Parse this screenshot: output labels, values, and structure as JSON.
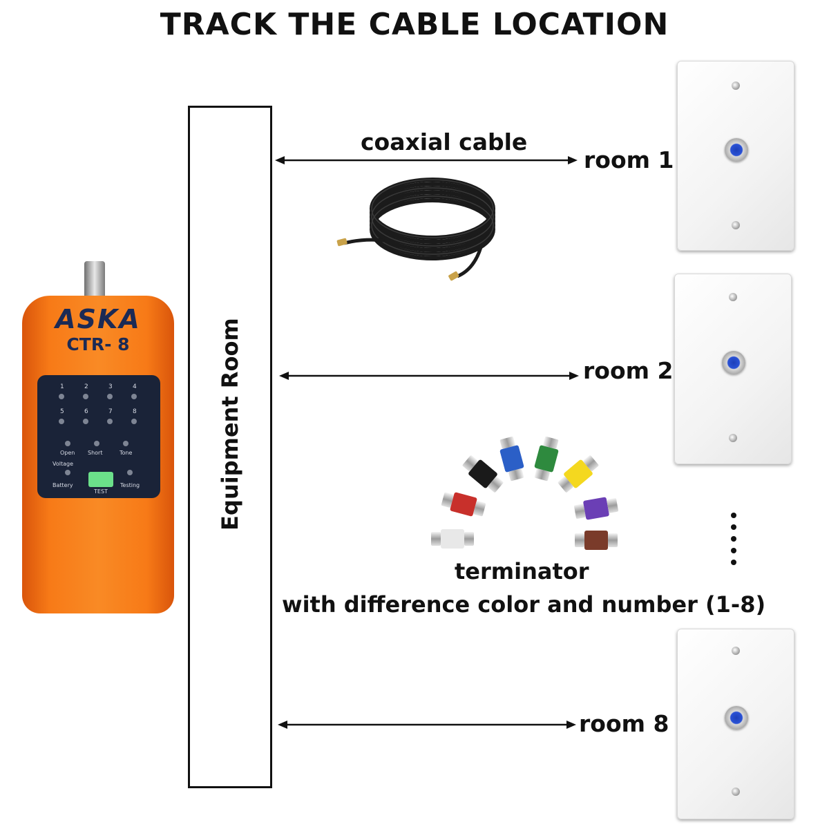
{
  "title": "TRACK THE CABLE LOCATION",
  "equipment_room_label": "Equipment Room",
  "cable_label": "coaxial cable",
  "rooms": [
    {
      "label": "room 1"
    },
    {
      "label": "room 2"
    },
    {
      "label": "room 8"
    }
  ],
  "terminator": {
    "title": "terminator",
    "subtitle": "with difference color and number (1-8)",
    "colors": [
      "#e8e8e8",
      "#c8302b",
      "#1a1a1a",
      "#2b5fc7",
      "#2e8a3e",
      "#f4d81f",
      "#6b3fb5",
      "#7a3b2a"
    ]
  },
  "tester": {
    "brand": "ASKA",
    "model": "CTR- 8",
    "led_numbers": [
      "1",
      "2",
      "3",
      "4",
      "5",
      "6",
      "7",
      "8"
    ],
    "indicators": [
      "Open",
      "Short",
      "Tone"
    ],
    "voltage_label": "Voltage",
    "battery_label": "Battery",
    "test_label": "TEST",
    "testing_label": "Testing",
    "body_color": "#f77a17",
    "panel_color": "#1a2338",
    "test_button_color": "#6be08a"
  },
  "jack_color": "#2a52d6"
}
